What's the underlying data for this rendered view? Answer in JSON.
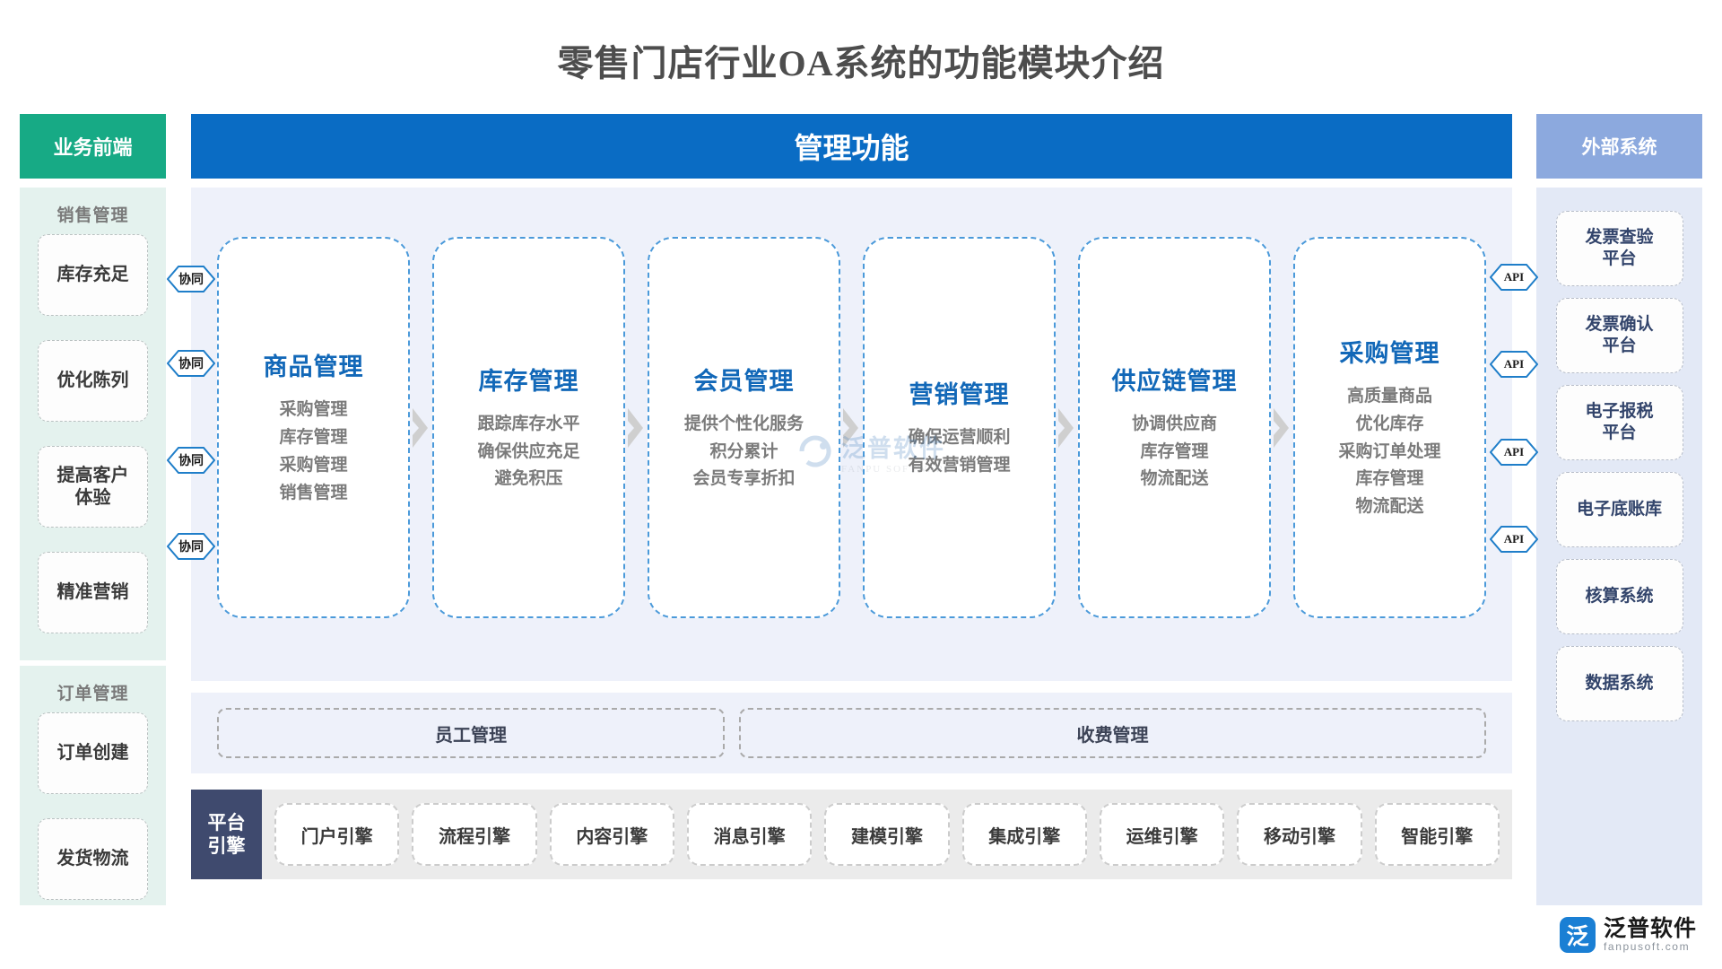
{
  "page": {
    "title": "零售门店行业OA系统的功能模块介绍"
  },
  "headers": {
    "left": "业务前端",
    "center": "管理功能",
    "right": "外部系统"
  },
  "left_panel": {
    "groups": [
      {
        "title": "销售管理",
        "items": [
          {
            "label": "库存充足"
          },
          {
            "label": "优化陈列"
          },
          {
            "label": "提高客户\n体验"
          },
          {
            "label": "精准营销"
          }
        ]
      },
      {
        "title": "订单管理",
        "items": [
          {
            "label": "订单创建"
          },
          {
            "label": "发货物流"
          }
        ]
      }
    ]
  },
  "connectors": {
    "left_label": "协同",
    "right_label": "API",
    "left_count": 4,
    "right_count": 4
  },
  "modules": [
    {
      "title": "商品管理",
      "items": [
        "采购管理",
        "库存管理",
        "采购管理",
        "销售管理"
      ]
    },
    {
      "title": "库存管理",
      "items": [
        "跟踪库存水平",
        "确保供应充足",
        "避免积压"
      ]
    },
    {
      "title": "会员管理",
      "items": [
        "提供个性化服务",
        "积分累计",
        "会员专享折扣"
      ]
    },
    {
      "title": "营销管理",
      "items": [
        "确保运营顺利",
        "有效营销管理"
      ]
    },
    {
      "title": "供应链管理",
      "items": [
        "协调供应商",
        "库存管理",
        "物流配送"
      ]
    },
    {
      "title": "采购管理",
      "items": [
        "高质量商品",
        "优化库存",
        "采购订单处理",
        "库存管理",
        "物流配送"
      ]
    }
  ],
  "shared": [
    {
      "label": "员工管理"
    },
    {
      "label": "收费管理"
    }
  ],
  "platform": {
    "label": "平台\n引擎",
    "engines": [
      "门户引擎",
      "流程引擎",
      "内容引擎",
      "消息引擎",
      "建模引擎",
      "集成引擎",
      "运维引擎",
      "移动引擎",
      "智能引擎"
    ]
  },
  "right_panel": {
    "items": [
      {
        "label": "发票查验\n平台"
      },
      {
        "label": "发票确认\n平台"
      },
      {
        "label": "电子报税\n平台"
      },
      {
        "label": "电子底账库"
      },
      {
        "label": "核算系统"
      },
      {
        "label": "数据系统"
      }
    ]
  },
  "watermark": {
    "cn": "泛普软件",
    "en": "FANPU SOFTWARE"
  },
  "brand": {
    "mark": "泛",
    "cn": "泛普软件",
    "en": "fanpusoft.com"
  },
  "colors": {
    "left_header": "#17aa85",
    "center_header": "#0a6cc4",
    "right_header": "#8ca9de",
    "module_title": "#1268b8",
    "module_border": "#4b9ada",
    "engine_label_bg": "#3f4a6e"
  }
}
